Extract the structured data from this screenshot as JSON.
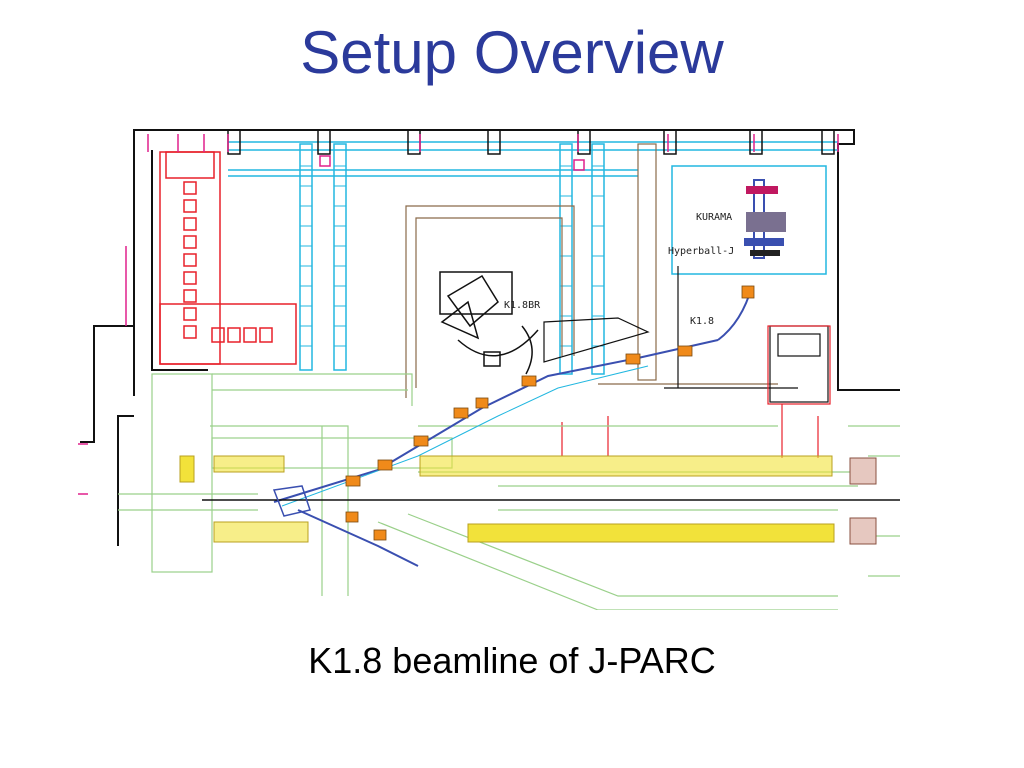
{
  "slide": {
    "title": "Setup Overview",
    "caption": "K1.8 beamline of J-PARC"
  },
  "diagram": {
    "labels": {
      "kurama": "KURAMA",
      "hyperball": "Hyperball-J",
      "k18br": "K1.8BR",
      "k18": "K1.8"
    },
    "colors": {
      "wall": "#111111",
      "cyan": "#22b7e0",
      "red": "#e8202a",
      "magenta": "#e0208c",
      "yellow": "#f2e23a",
      "brown": "#8a6a4a",
      "green": "#9ad08a",
      "orange": "#f08a1a",
      "blue": "#3a4fb0"
    }
  }
}
